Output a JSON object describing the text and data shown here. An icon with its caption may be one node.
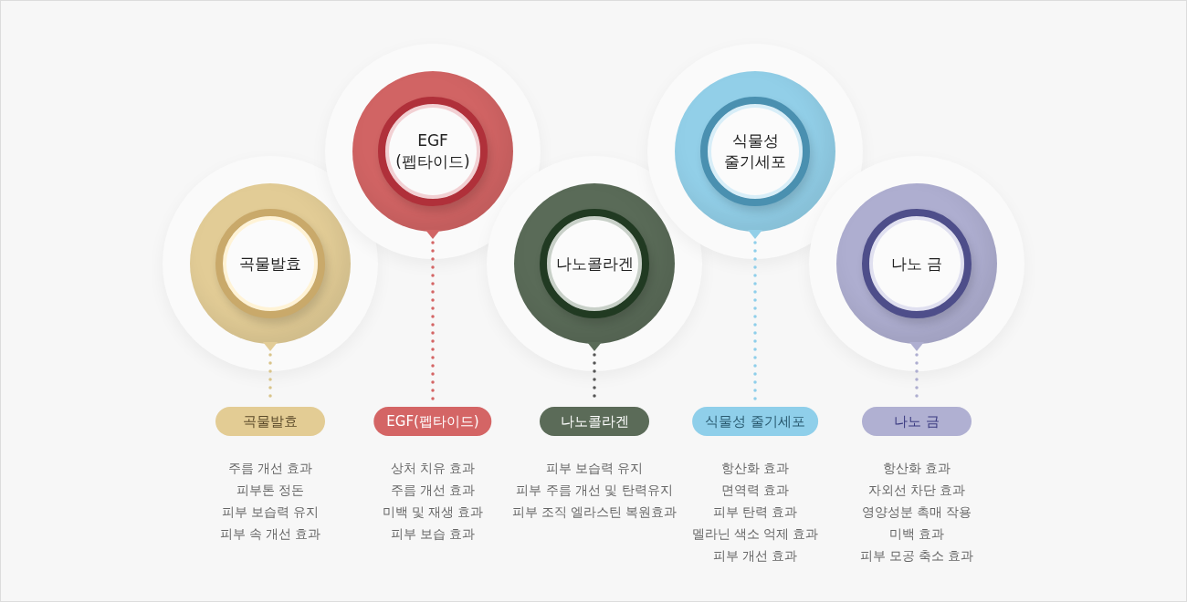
{
  "diagram": {
    "nodes": [
      {
        "text": [
          "곡물발효"
        ]
      },
      {
        "text": [
          "EGF (펩타이드)"
        ]
      },
      {
        "text": [
          "나노콜라겐"
        ]
      },
      {
        "text": [
          "식물성 줄기세포"
        ]
      },
      {
        "text": [
          "나노 금"
        ]
      },
      {
        "text": [
          "곡물발효"
        ],
        "beside": [
          "주름 개선 효과",
          "피부톤 정돈",
          "피부 보습력 유지",
          "피부 속 개선 효과"
        ]
      },
      {
        "text": [
          "EGF(펩타이드)"
        ],
        "beside": [
          "상처 치유 효과",
          "주름 개선 효과",
          "미백 및 재생 효과",
          "피부 보습 효과"
        ]
      },
      {
        "text": [
          "나노콜라겐"
        ],
        "beside": [
          "피부 보습력 유지",
          "피부 주름 개선 및 탄력유지",
          "피부 조직 엘라스틴 복원효과"
        ]
      },
      {
        "text": [
          "식물성 줄기세포"
        ],
        "beside": [
          "항산화 효과",
          "면역력 효과",
          "피부 탄력 효과",
          "멜라닌 색소 억제 효과",
          "피부 개선 효과"
        ]
      },
      {
        "text": [
          "나노 금"
        ],
        "beside": [
          "항산화 효과",
          "자외선 차단 효과",
          "영양성분 촉매 작용",
          "미백 효과",
          "피부 모공 축소 효과"
        ]
      }
    ],
    "edges": [
      {
        "from": 0,
        "to": 5,
        "arrow": "none",
        "style": "dashed",
        "color": "#d9c48a"
      },
      {
        "from": 1,
        "to": 6,
        "arrow": "none",
        "style": "dashed",
        "color": "#d46565"
      },
      {
        "from": 2,
        "to": 7,
        "arrow": "none",
        "style": "dashed",
        "color": "#555555"
      },
      {
        "from": 3,
        "to": 8,
        "arrow": "none",
        "style": "dashed",
        "color": "#8fcfea"
      },
      {
        "from": 4,
        "to": 9,
        "arrow": "none",
        "style": "dashed",
        "color": "#aeaed0"
      }
    ]
  }
}
